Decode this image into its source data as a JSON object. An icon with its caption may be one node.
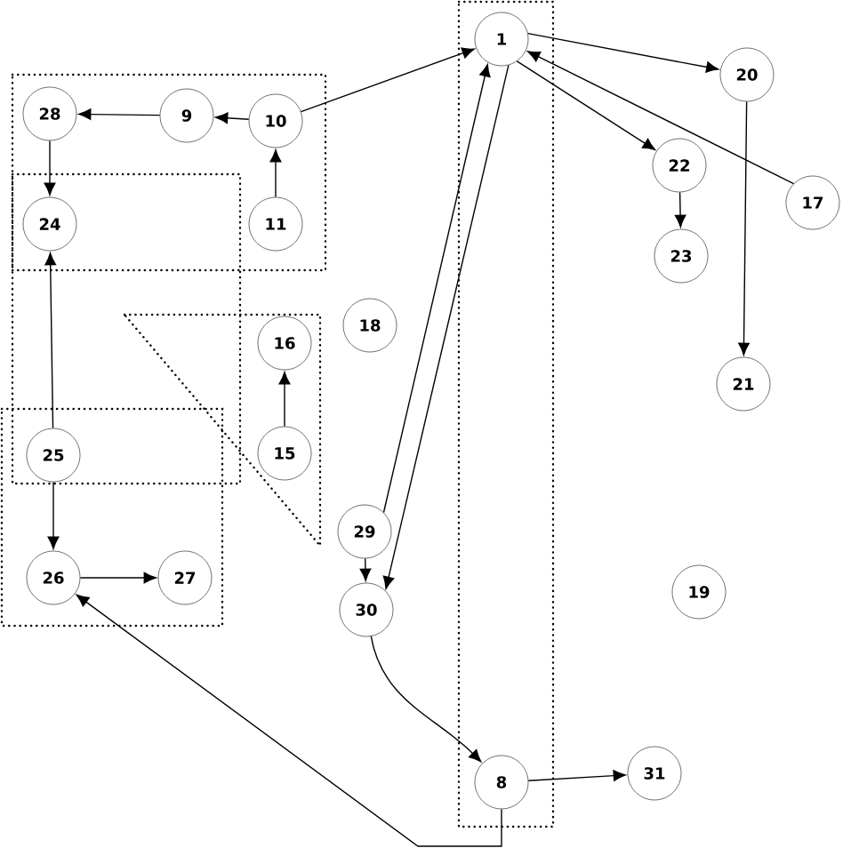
{
  "diagram": {
    "nodes": [
      {
        "text": [
          "1"
        ]
      },
      {
        "text": [
          "20"
        ]
      },
      {
        "text": [
          "22"
        ]
      },
      {
        "text": [
          "17"
        ]
      },
      {
        "text": [
          "23"
        ]
      },
      {
        "text": [
          "21"
        ]
      },
      {
        "text": [
          "28"
        ]
      },
      {
        "text": [
          "9"
        ]
      },
      {
        "text": [
          "10"
        ]
      },
      {
        "text": [
          "11"
        ]
      },
      {
        "text": [
          "24"
        ]
      },
      {
        "text": [
          "16"
        ]
      },
      {
        "text": [
          "18"
        ]
      },
      {
        "text": [
          "15"
        ]
      },
      {
        "text": [
          "25"
        ]
      },
      {
        "text": [
          "29"
        ]
      },
      {
        "text": [
          "26"
        ]
      },
      {
        "text": [
          "27"
        ]
      },
      {
        "text": [
          "30"
        ]
      },
      {
        "text": [
          "19"
        ]
      },
      {
        "text": [
          "8"
        ]
      },
      {
        "text": [
          "31"
        ]
      }
    ],
    "edges": [
      {
        "from": 0,
        "to": 1,
        "arrow": "to"
      },
      {
        "from": 0,
        "to": 2,
        "arrow": "to"
      },
      {
        "from": 3,
        "to": 0,
        "arrow": "to"
      },
      {
        "from": 2,
        "to": 4,
        "arrow": "to"
      },
      {
        "from": 1,
        "to": 5,
        "arrow": "to"
      },
      {
        "from": 8,
        "to": 0,
        "arrow": "to"
      },
      {
        "from": 8,
        "to": 7,
        "arrow": "to"
      },
      {
        "from": 7,
        "to": 6,
        "arrow": "to"
      },
      {
        "from": 6,
        "to": 10,
        "arrow": "to"
      },
      {
        "from": 9,
        "to": 8,
        "arrow": "to"
      },
      {
        "from": 13,
        "to": 11,
        "arrow": "to"
      },
      {
        "from": 14,
        "to": 10,
        "arrow": "to"
      },
      {
        "from": 14,
        "to": 16,
        "arrow": "to"
      },
      {
        "from": 16,
        "to": 17,
        "arrow": "to"
      },
      {
        "from": 15,
        "to": 0,
        "arrow": "to"
      },
      {
        "from": 0,
        "to": 18,
        "arrow": "to"
      },
      {
        "from": 15,
        "to": 18,
        "arrow": "to"
      },
      {
        "from": 18,
        "to": 20,
        "arrow": "to"
      },
      {
        "from": 20,
        "to": 21,
        "arrow": "to"
      },
      {
        "from": 20,
        "to": 16,
        "arrow": "to"
      }
    ]
  }
}
